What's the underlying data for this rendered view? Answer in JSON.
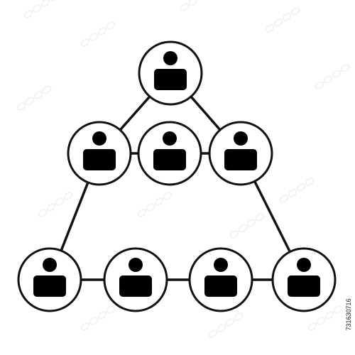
{
  "diagram": {
    "style": {
      "stroke": "#111111",
      "fill": "#ffffff",
      "icon": "#000000"
    },
    "nodes": [
      {
        "id": "top",
        "icon": "person-icon"
      },
      {
        "id": "middle-left",
        "icon": "person-icon"
      },
      {
        "id": "middle-center",
        "icon": "person-icon"
      },
      {
        "id": "middle-right",
        "icon": "person-icon"
      },
      {
        "id": "bottom-1",
        "icon": "person-icon"
      },
      {
        "id": "bottom-2",
        "icon": "person-icon"
      },
      {
        "id": "bottom-3",
        "icon": "person-icon"
      },
      {
        "id": "bottom-4",
        "icon": "person-icon"
      }
    ],
    "edges": [
      [
        "top",
        "middle-left"
      ],
      [
        "top",
        "middle-right"
      ],
      [
        "middle-left",
        "middle-center"
      ],
      [
        "middle-center",
        "middle-right"
      ],
      [
        "middle-left",
        "bottom-1"
      ],
      [
        "middle-right",
        "bottom-4"
      ],
      [
        "bottom-1",
        "bottom-2"
      ],
      [
        "bottom-2",
        "bottom-3"
      ],
      [
        "bottom-3",
        "bottom-4"
      ]
    ]
  },
  "stock_id": "731630716",
  "watermark_color": "#e9e9e9"
}
